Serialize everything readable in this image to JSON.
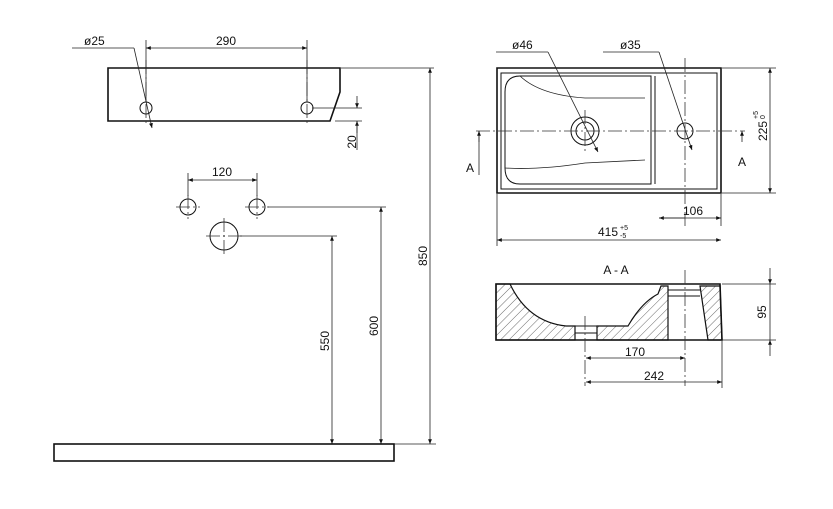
{
  "drawing": {
    "top_view_left": {
      "hole_diameter": "ø25",
      "hole_spacing": "290",
      "hole_edge_offset": "20"
    },
    "wall_layout": {
      "tap_spacing": "120",
      "total_height": "850",
      "tap_height": "600",
      "drain_height": "550"
    },
    "plan_view": {
      "drain_diameter": "ø46",
      "tap_hole_diameter": "ø35",
      "width": "415",
      "width_tol_upper": "+5",
      "width_tol_lower": "-5",
      "depth": "225",
      "depth_tol_upper": "+5",
      "depth_tol_lower": "0",
      "tap_offset": "106",
      "section_mark": "A"
    },
    "section_view": {
      "title": "A - A",
      "height": "95",
      "drain_offset": "170",
      "tap_offset": "242"
    }
  },
  "colors": {
    "line": "#111111",
    "hatch": "#444444",
    "background": "#ffffff"
  }
}
